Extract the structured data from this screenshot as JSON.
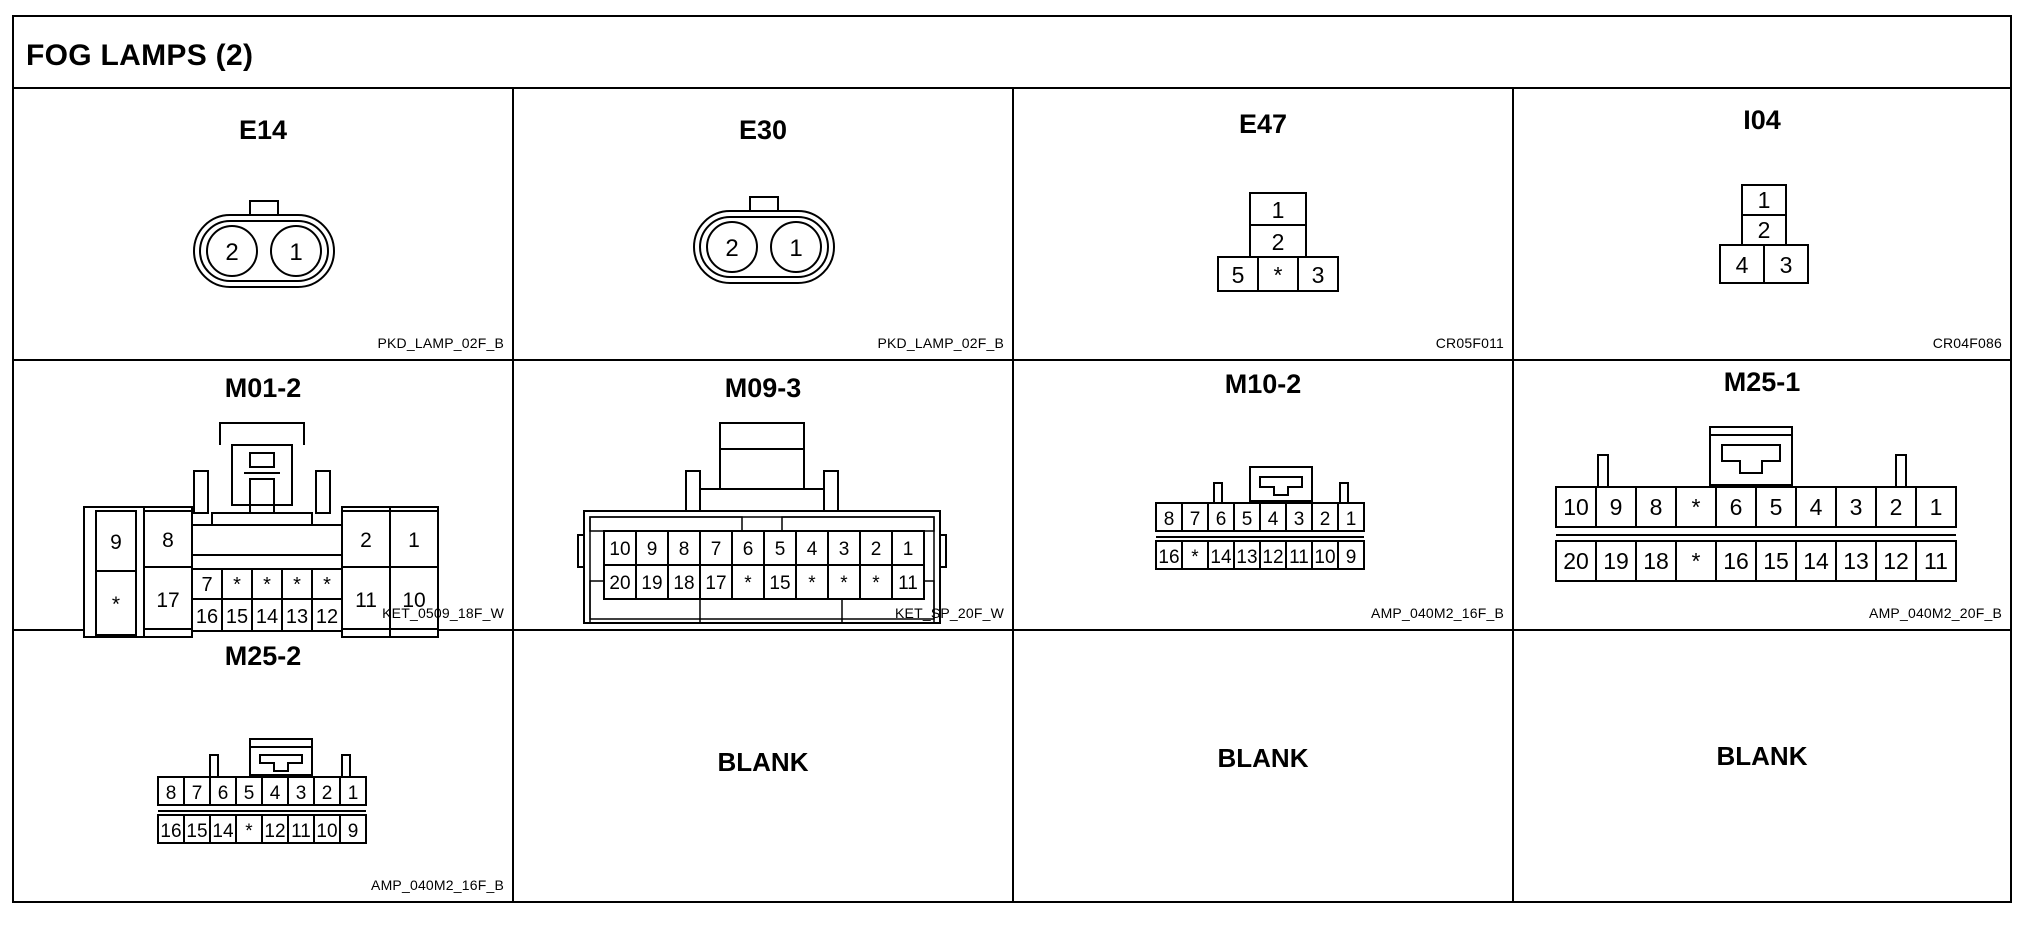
{
  "page_title": "FOG LAMPS (2)",
  "connectors": [
    {
      "id": "E14",
      "code": "PKD_LAMP_02F_B",
      "pins": [
        "2",
        "1"
      ]
    },
    {
      "id": "E30",
      "code": "PKD_LAMP_02F_B",
      "pins": [
        "2",
        "1"
      ]
    },
    {
      "id": "E47",
      "code": "CR05F011",
      "pins": [
        "1",
        "2",
        "5",
        "*",
        "3"
      ]
    },
    {
      "id": "I04",
      "code": "CR04F086",
      "pins": [
        "1",
        "2",
        "4",
        "3"
      ]
    },
    {
      "id": "M01-2",
      "code": "KET_0509_18F_W",
      "pins": [
        "9",
        "8",
        "2",
        "1",
        "7",
        "*",
        "*",
        "*",
        "*",
        "*",
        "17",
        "11",
        "10",
        "16",
        "15",
        "14",
        "13",
        "12"
      ]
    },
    {
      "id": "M09-3",
      "code": "KET_SP_20F_W",
      "pins": [
        "10",
        "9",
        "8",
        "7",
        "6",
        "5",
        "4",
        "3",
        "2",
        "1",
        "20",
        "19",
        "18",
        "17",
        "*",
        "15",
        "*",
        "*",
        "*",
        "11"
      ]
    },
    {
      "id": "M10-2",
      "code": "AMP_040M2_16F_B",
      "pins": [
        "8",
        "7",
        "6",
        "5",
        "4",
        "3",
        "2",
        "1",
        "16",
        "*",
        "14",
        "13",
        "12",
        "11",
        "10",
        "9"
      ]
    },
    {
      "id": "M25-1",
      "code": "AMP_040M2_20F_B",
      "pins": [
        "10",
        "9",
        "8",
        "*",
        "6",
        "5",
        "4",
        "3",
        "2",
        "1",
        "20",
        "19",
        "18",
        "*",
        "16",
        "15",
        "14",
        "13",
        "12",
        "11"
      ]
    },
    {
      "id": "M25-2",
      "code": "AMP_040M2_16F_B",
      "pins": [
        "8",
        "7",
        "6",
        "5",
        "4",
        "3",
        "2",
        "1",
        "16",
        "15",
        "14",
        "*",
        "12",
        "11",
        "10",
        "9"
      ]
    }
  ],
  "blank_cells": [
    "BLANK",
    "BLANK",
    "BLANK"
  ]
}
